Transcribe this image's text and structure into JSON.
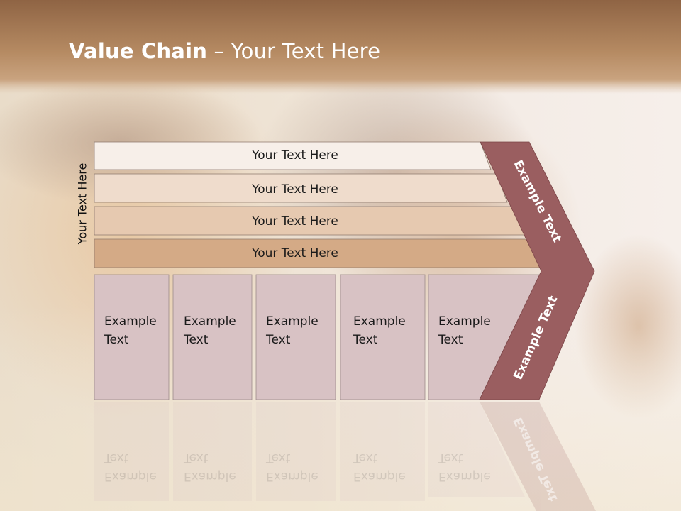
{
  "title": {
    "bold": "Value Chain",
    "rest": " – Your Text Here"
  },
  "side_label": "Your Text Here",
  "rows": [
    "Your Text Here",
    "Your Text Here",
    "Your Text Here",
    "Your Text Here"
  ],
  "cells": [
    {
      "line1": "Example",
      "line2": "Text"
    },
    {
      "line1": "Example",
      "line2": "Text"
    },
    {
      "line1": "Example",
      "line2": "Text"
    },
    {
      "line1": "Example",
      "line2": "Text"
    },
    {
      "line1": "Example",
      "line2": "Text"
    }
  ],
  "chevron": {
    "upper": "Example Text",
    "lower": "Example Text"
  },
  "colors": {
    "header": "#a0714a",
    "row_fills": [
      "#f7efe9",
      "#efdccc",
      "#e6c9b0",
      "#d4aa86"
    ],
    "cell_fill": "#d8c2c4",
    "chevron": "#9a5e60"
  }
}
